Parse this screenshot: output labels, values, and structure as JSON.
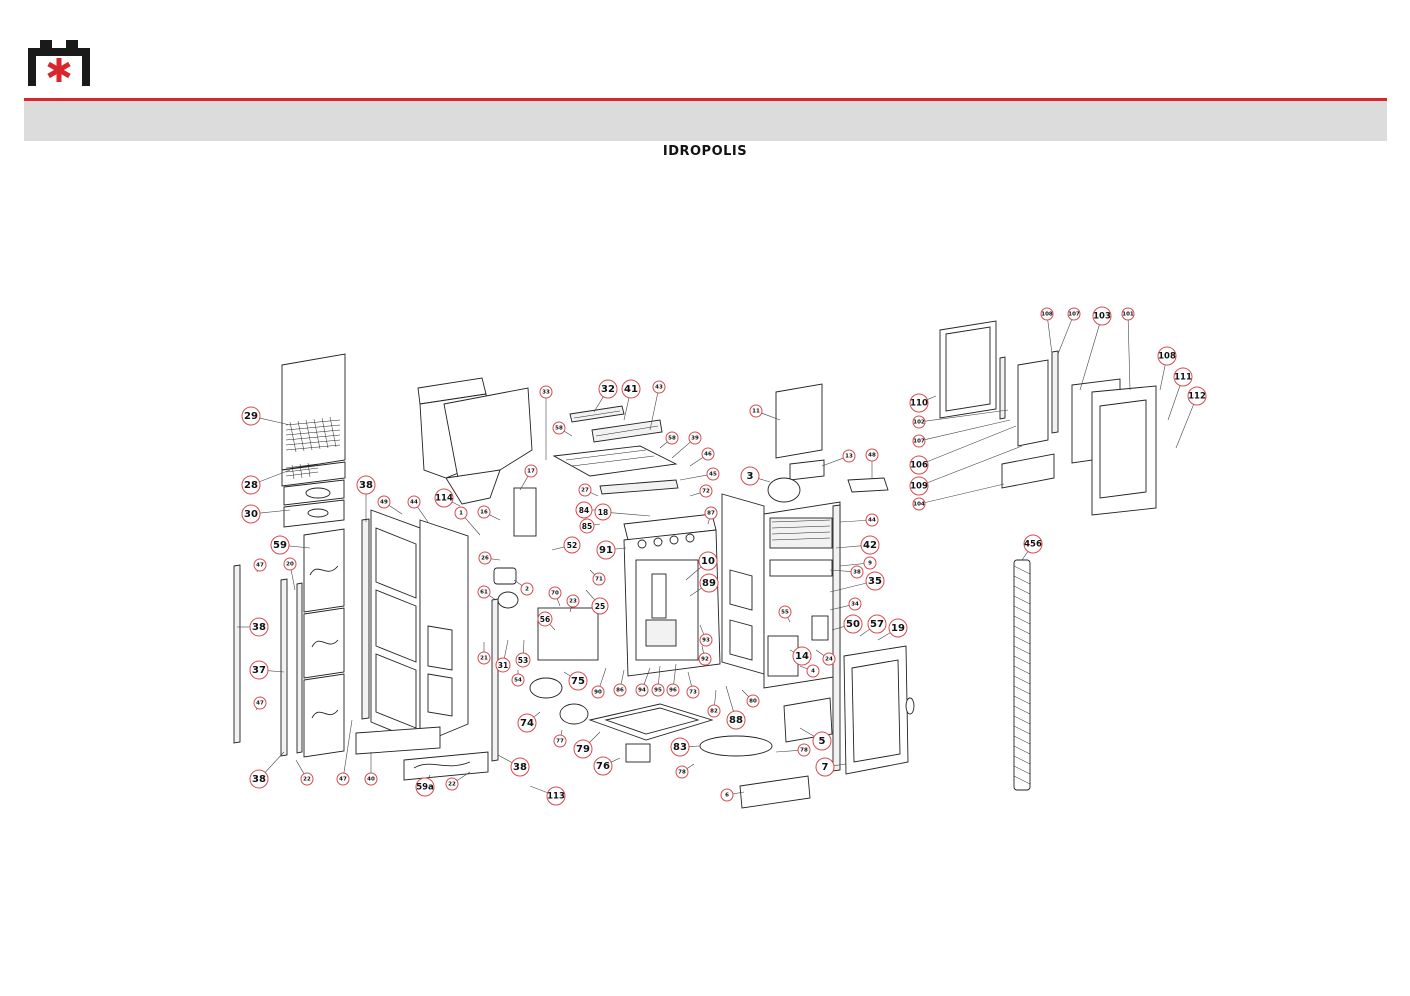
{
  "page": {
    "title": "IDROPOLIS"
  },
  "diagram": {
    "callouts": [
      "29",
      "28",
      "30",
      "38",
      "59",
      "38",
      "37",
      "38",
      "47",
      "47",
      "47",
      "20",
      "22",
      "40",
      "59a",
      "22",
      "49",
      "44",
      "114",
      "1",
      "16",
      "17",
      "26",
      "2",
      "61",
      "31",
      "53",
      "54",
      "21",
      "38",
      "113",
      "33",
      "58",
      "27",
      "84",
      "85",
      "52",
      "70",
      "23",
      "25",
      "71",
      "56",
      "75",
      "90",
      "74",
      "77",
      "79",
      "76",
      "32",
      "41",
      "43",
      "58",
      "39",
      "46",
      "45",
      "72",
      "18",
      "91",
      "87",
      "10",
      "89",
      "93",
      "92",
      "86",
      "94",
      "95",
      "96",
      "73",
      "82",
      "83",
      "78",
      "78",
      "88",
      "80",
      "6",
      "11",
      "3",
      "13",
      "48",
      "44",
      "42",
      "9",
      "38",
      "35",
      "34",
      "55",
      "50",
      "57",
      "19",
      "24",
      "14",
      "4",
      "5",
      "7",
      "110",
      "102",
      "107",
      "106",
      "109",
      "104",
      "108",
      "107",
      "103",
      "101",
      "108",
      "111",
      "112",
      "456"
    ]
  }
}
